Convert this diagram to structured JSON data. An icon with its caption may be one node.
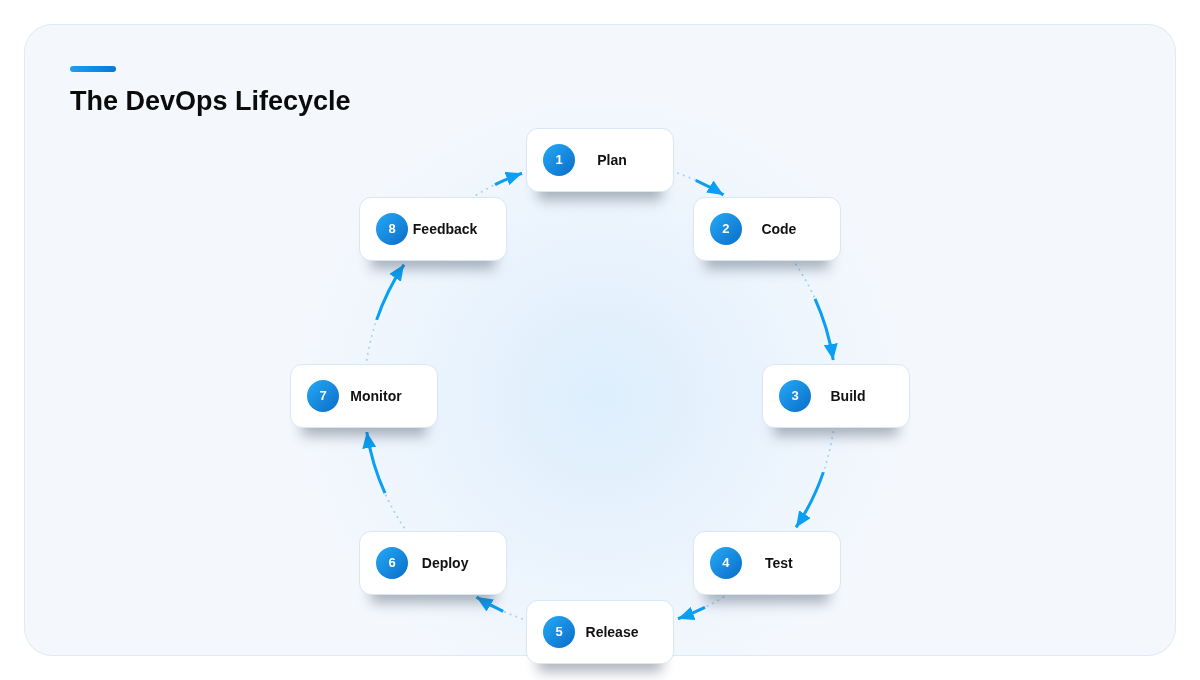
{
  "diagram": {
    "title": "The DevOps Lifecycle",
    "nodes": [
      {
        "text": [
          "1",
          "Plan"
        ]
      },
      {
        "text": [
          "2",
          "Code"
        ]
      },
      {
        "text": [
          "3",
          "Build"
        ]
      },
      {
        "text": [
          "4",
          "Test"
        ]
      },
      {
        "text": [
          "5",
          "Release"
        ]
      },
      {
        "text": [
          "6",
          "Deploy"
        ]
      },
      {
        "text": [
          "7",
          "Monitor"
        ]
      },
      {
        "text": [
          "8",
          "Feedback"
        ]
      }
    ],
    "edges": [
      {
        "from": 0,
        "to": 1,
        "arrow": "to"
      },
      {
        "from": 1,
        "to": 2,
        "arrow": "to"
      },
      {
        "from": 2,
        "to": 3,
        "arrow": "to"
      },
      {
        "from": 3,
        "to": 4,
        "arrow": "to"
      },
      {
        "from": 4,
        "to": 5,
        "arrow": "to"
      },
      {
        "from": 5,
        "to": 6,
        "arrow": "to"
      },
      {
        "from": 6,
        "to": 7,
        "arrow": "to"
      },
      {
        "from": 7,
        "to": 0,
        "arrow": "to"
      }
    ]
  }
}
